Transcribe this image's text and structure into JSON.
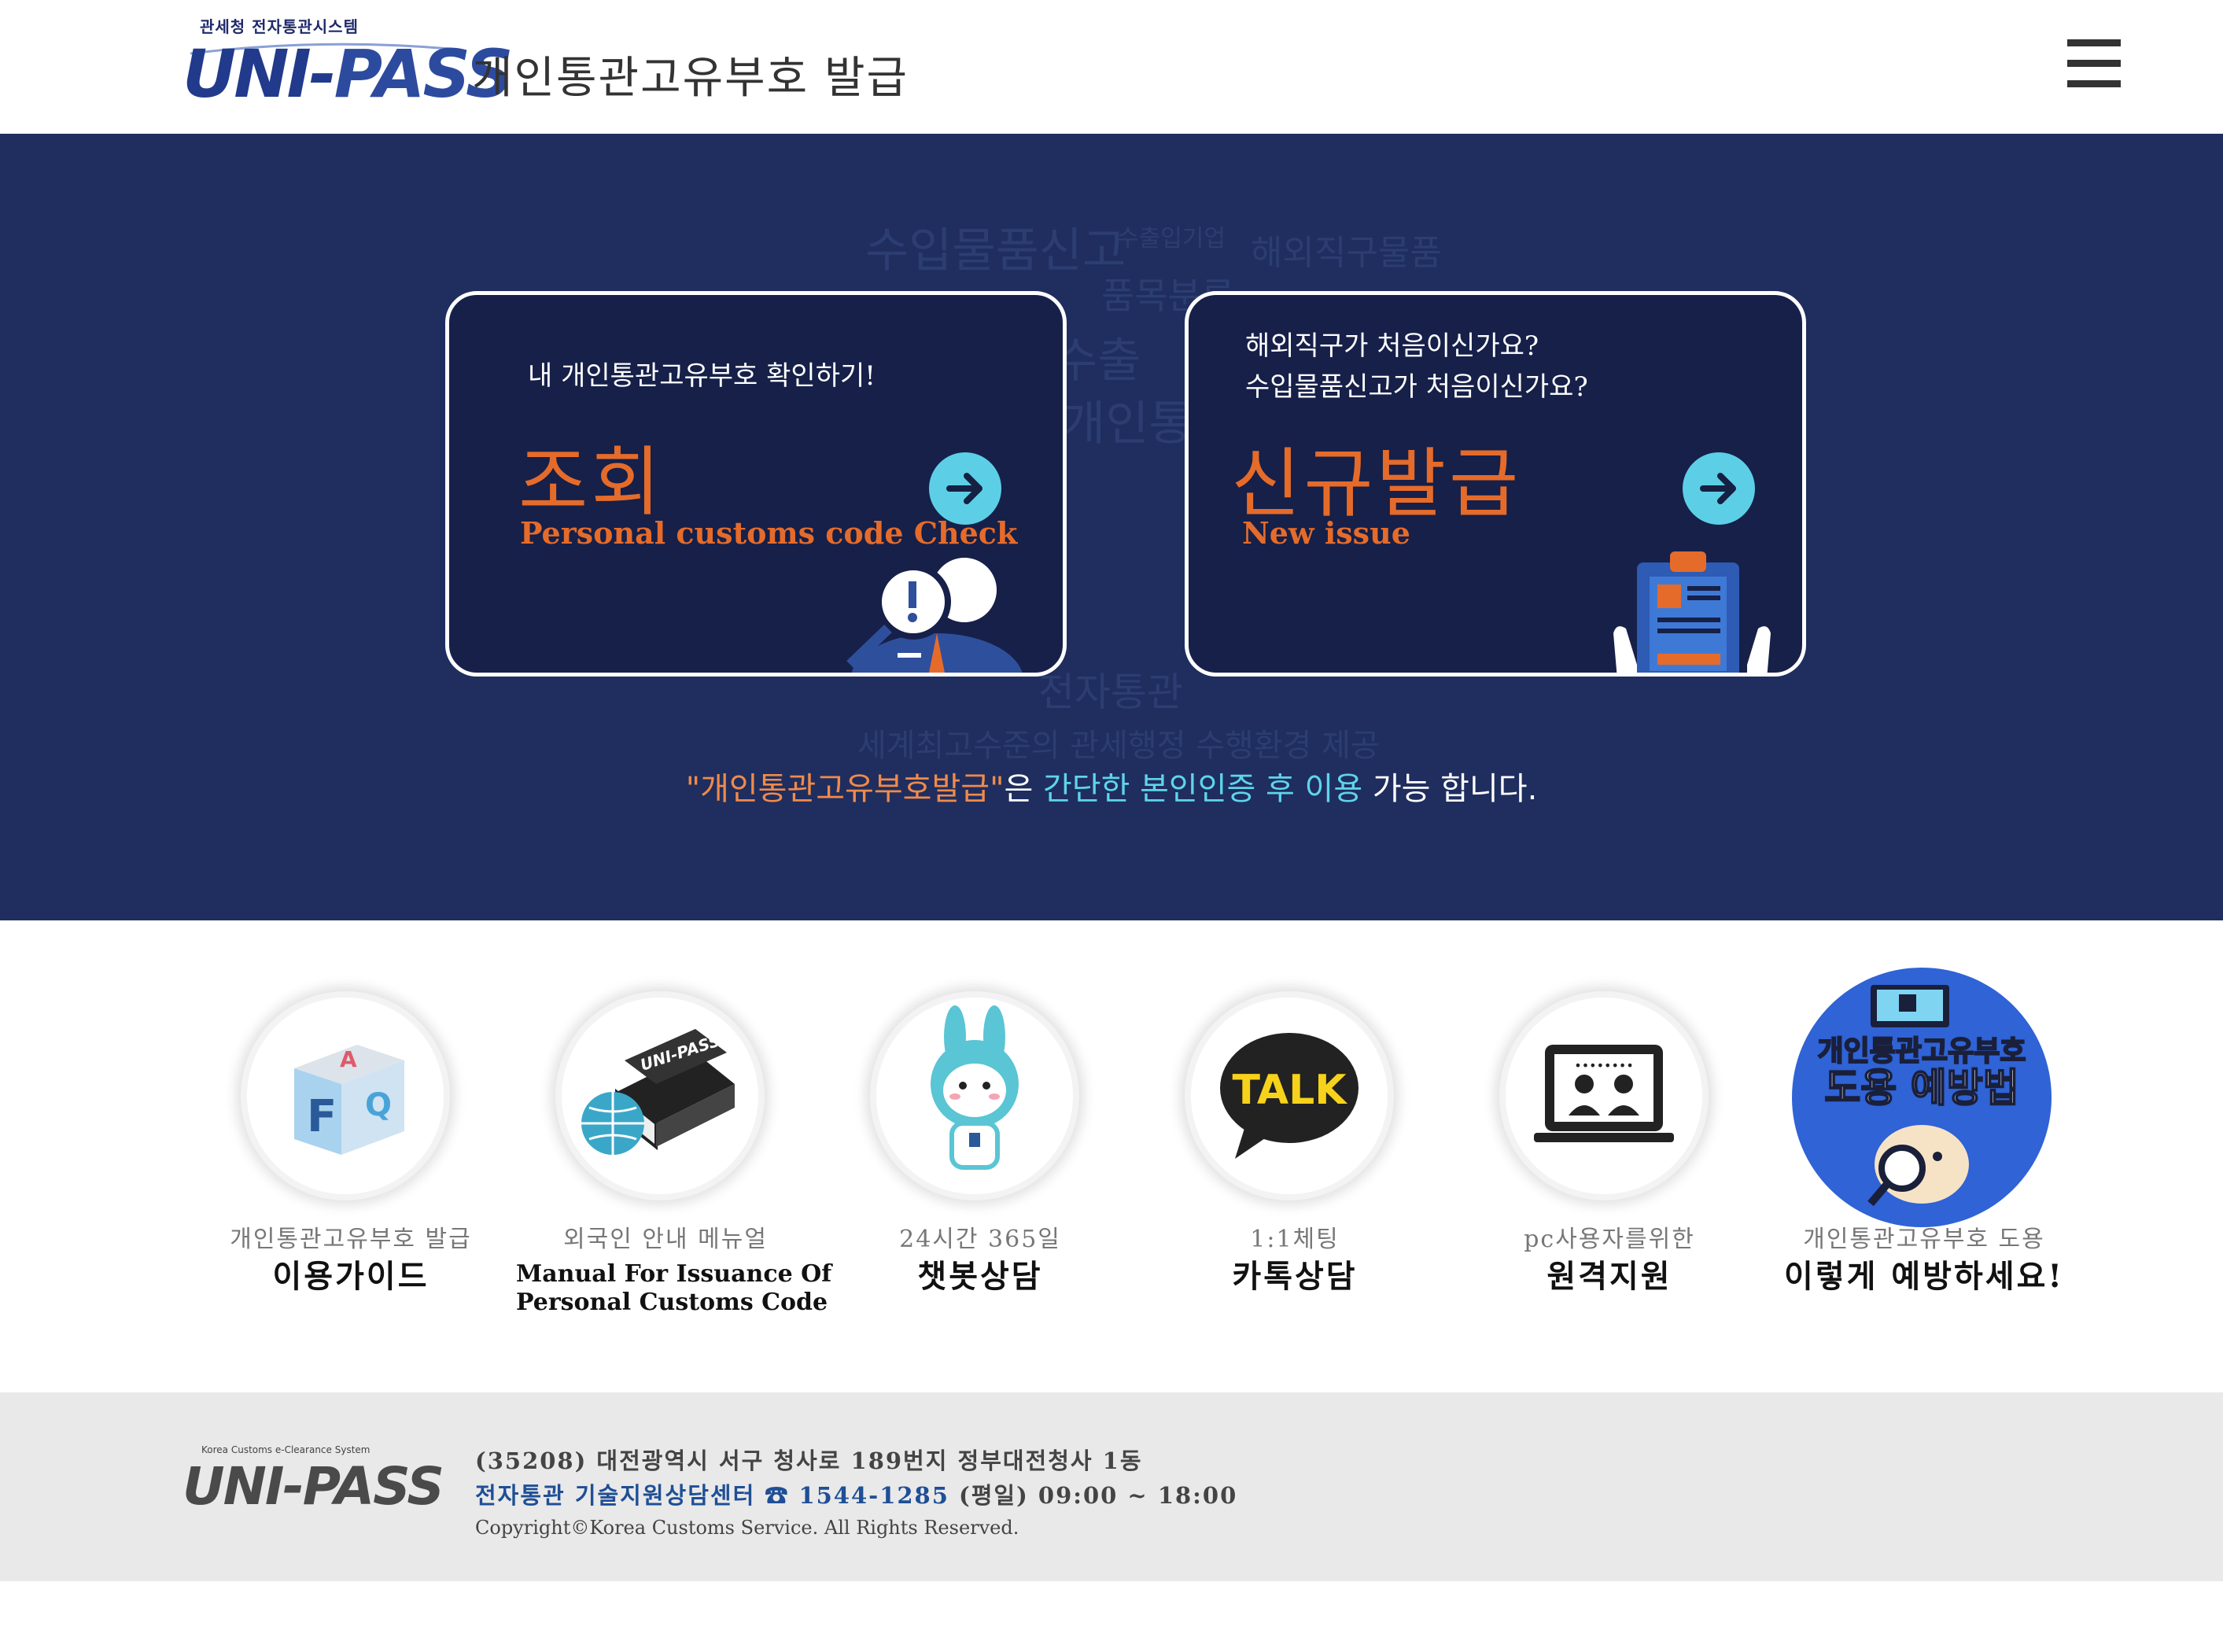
{
  "header": {
    "logo_small": "관세청 전자통관시스템",
    "logo_main_uni": "UNI-",
    "logo_main_pass": "PASS",
    "title": "개인통관고유부호 발급"
  },
  "hero": {
    "background_words": [
      "수입물품신고",
      "수출입기업",
      "해외직구물품",
      "품목분류",
      "수출",
      "개인통관",
      "세계최고수준의 관세행정 수행환경 제공",
      "전자통관"
    ],
    "check_card": {
      "intro": "내 개인통관고유부호 확인하기!",
      "title": "조회",
      "subtitle": "Personal customs code Check"
    },
    "new_card": {
      "intro_line1": "해외직구가 처음이신가요?",
      "intro_line2": "수입물품신고가 처음이신가요?",
      "title": "신규발급",
      "subtitle": "New issue"
    },
    "notice": {
      "part1": "\"개인통관고유부호발급\"",
      "part2": "은 ",
      "part3": "간단한 본인인증 후 이용",
      "part4": " 가능 합니다."
    }
  },
  "services": [
    {
      "caption1": "개인통관고유부호 발급",
      "caption2": "이용가이드",
      "icon": "faq-cube-icon"
    },
    {
      "caption1": "외국인 안내 메뉴얼",
      "caption2_line1": "Manual For Issuance Of",
      "caption2_line2": "Personal Customs Code",
      "icon": "manual-books-icon",
      "book_label": "UNI-PASS"
    },
    {
      "caption1": "24시간 365일",
      "caption2": "챗봇상담",
      "icon": "chatbot-rabbit-icon"
    },
    {
      "caption1": "1:1체팅",
      "caption2": "카톡상담",
      "icon": "kakaotalk-icon",
      "talk_label": "TALK"
    },
    {
      "caption1": "pc사용자를위한",
      "caption2": "원격지원",
      "icon": "remote-support-icon"
    },
    {
      "caption1": "개인통관고유부호 도용",
      "caption2": "이렇게 예방하세요!",
      "icon": "theft-prevention-icon",
      "badge_line1": "개인통관고유부호",
      "badge_line2": "도용 예방법"
    }
  ],
  "footer": {
    "logo_small": "Korea Customs e-Clearance System",
    "logo_main": "UNI-PASS",
    "address": "(35208) 대전광역시 서구 청사로 189번지 정부대전청사 1동",
    "support_label": "전자통관 기술지원상담센터 ☎ 1544-1285",
    "support_hours": " (평일) 09:00 ~ 18:00",
    "copyright": "Copyright©Korea Customs Service. All Rights Reserved."
  },
  "colors": {
    "hero_bg": "#1f2e5e",
    "card_bg": "#162049",
    "accent_orange": "#e56b2a",
    "accent_cyan": "#5ccfe6",
    "footer_bg": "#e9e9e9",
    "link_blue": "#1f4f96"
  }
}
